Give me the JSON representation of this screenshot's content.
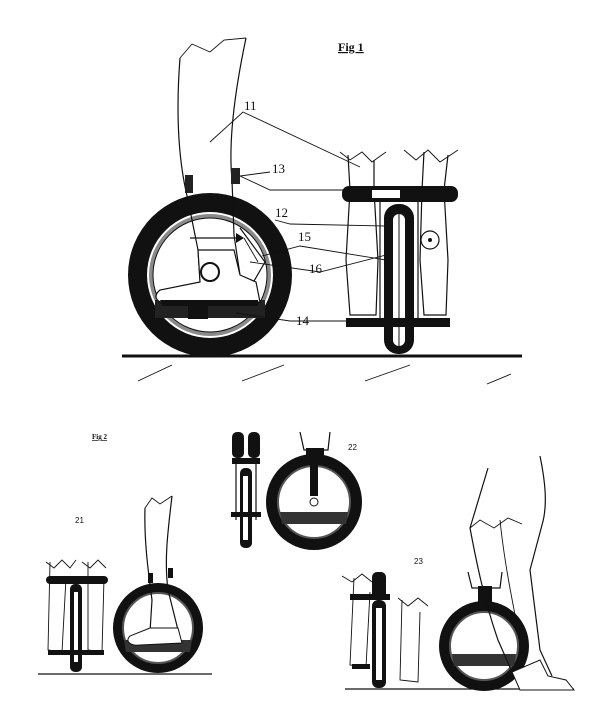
{
  "figures": {
    "fig1": {
      "title": "Fig 1"
    },
    "fig2": {
      "title": "Fig 2"
    }
  },
  "reference_numerals": {
    "n11": "11",
    "n12": "12",
    "n13": "13",
    "n14": "14",
    "n15": "15",
    "n16": "16",
    "n21": "21",
    "n22": "22",
    "n23": "23"
  }
}
